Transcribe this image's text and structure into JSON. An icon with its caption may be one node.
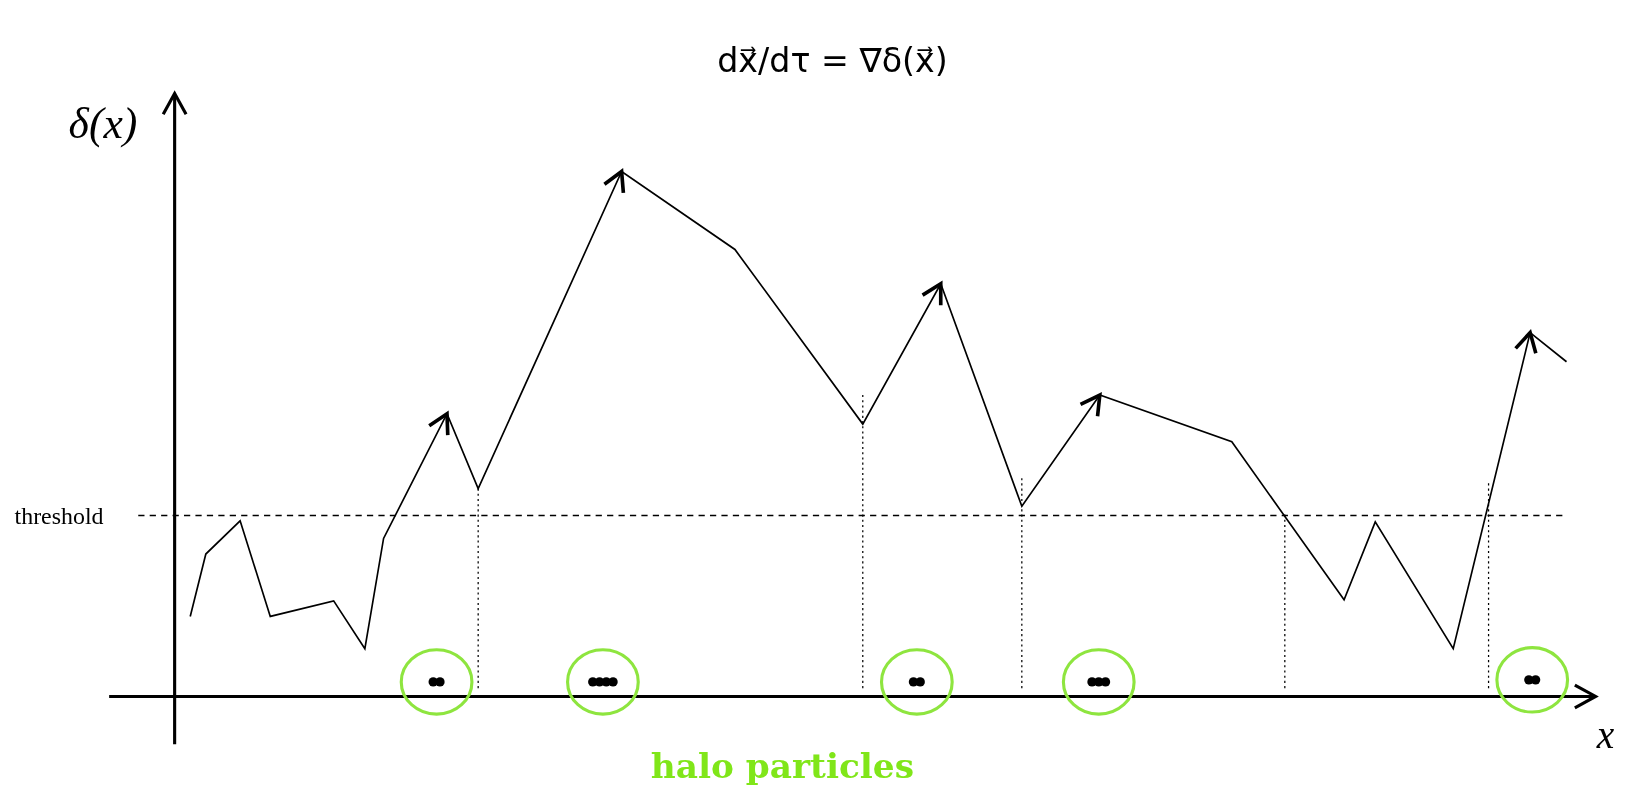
{
  "diagram": {
    "labels": [
      "dx⃗/dτ = ∇δ(x⃗)",
      "δ(x)",
      "threshold",
      "x",
      "halo particles"
    ]
  }
}
